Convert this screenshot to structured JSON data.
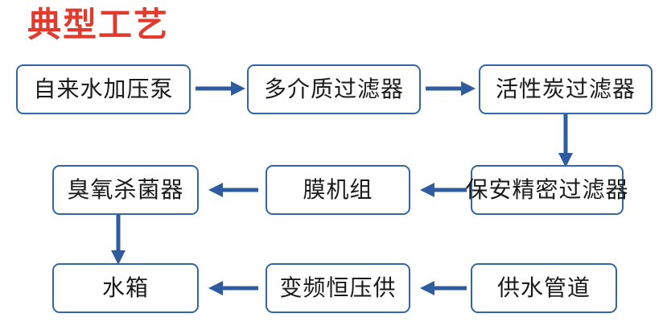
{
  "title": "典型工艺",
  "colors": {
    "title": "#E23B2E",
    "box_border": "#3366A8",
    "arrow": "#2E5C9E",
    "background": "#FFFFFF",
    "text": "#1A1A1A"
  },
  "flow": {
    "rows": [
      {
        "id": "row-1",
        "nodes": [
          {
            "id": "node-tap-water-booster-pump",
            "label": "自来水加压泵"
          },
          {
            "id": "node-multimedia-filter",
            "label": "多介质过滤器"
          },
          {
            "id": "node-activated-carbon-filter",
            "label": "活性炭过滤器"
          }
        ]
      },
      {
        "id": "row-2",
        "nodes": [
          {
            "id": "node-ozone-sterilizer",
            "label": "臭氧杀菌器"
          },
          {
            "id": "node-membrane-unit",
            "label": "膜机组"
          },
          {
            "id": "node-security-precision-filter",
            "label": "保安精密过滤器"
          }
        ]
      },
      {
        "id": "row-3",
        "nodes": [
          {
            "id": "node-water-tank",
            "label": "水箱"
          },
          {
            "id": "node-variable-frequency-constant-pressure-supply",
            "label": "变频恒压供"
          },
          {
            "id": "node-water-supply-pipeline",
            "label": "供水管道"
          }
        ]
      }
    ],
    "connectors": [
      {
        "id": "arrow-pump-to-multimedia",
        "direction": "right"
      },
      {
        "id": "arrow-multimedia-to-carbon",
        "direction": "right"
      },
      {
        "id": "arrow-carbon-to-security-filter",
        "direction": "down"
      },
      {
        "id": "arrow-security-filter-to-membrane",
        "direction": "left"
      },
      {
        "id": "arrow-membrane-to-ozone",
        "direction": "left"
      },
      {
        "id": "arrow-ozone-to-tank",
        "direction": "down"
      },
      {
        "id": "arrow-tank-from-vfd",
        "direction": "left"
      },
      {
        "id": "arrow-vfd-from-pipeline",
        "direction": "left"
      }
    ]
  }
}
